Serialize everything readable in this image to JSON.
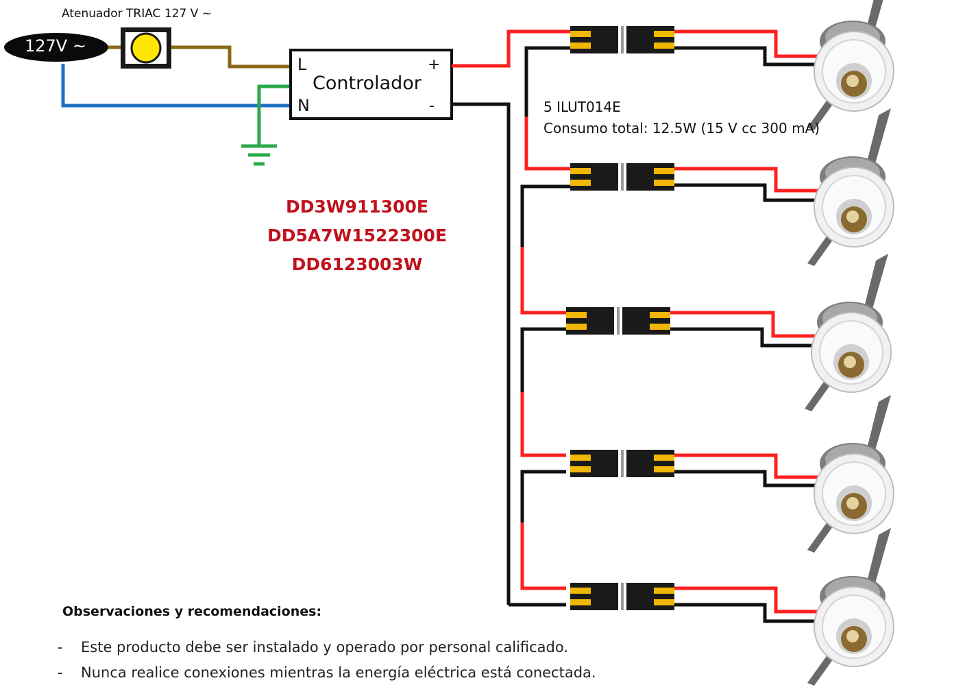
{
  "source": {
    "label": "127V ~"
  },
  "dimmer": {
    "label": "Atenuador TRIAC 127 V ~"
  },
  "controller": {
    "title": "Controlador",
    "terminal_l": "L",
    "terminal_n": "N",
    "terminal_plus": "+",
    "terminal_minus": "-"
  },
  "luminaires": {
    "count_label": "5 ILUT014E",
    "consumption_label": "Consumo total: 12.5W (15 V cc 300 mA)"
  },
  "models": [
    "DD3W911300E",
    "DD5A7W1522300E",
    "DD6123003W"
  ],
  "notes": {
    "heading": "Observaciones y recomendaciones:",
    "items": [
      "Este producto debe ser instalado y operado por personal calificado.",
      "Nunca realice conexiones mientras la energía eléctrica está conectada."
    ]
  },
  "colors": {
    "live_wire": "#8a6a17",
    "neutral_wire": "#1f6fc4",
    "ground_wire": "#2aa84a",
    "positive_wire": "#ff2020",
    "negative_wire": "#111111",
    "model_text": "#c0121c",
    "connector_pin": "#f2b705"
  }
}
